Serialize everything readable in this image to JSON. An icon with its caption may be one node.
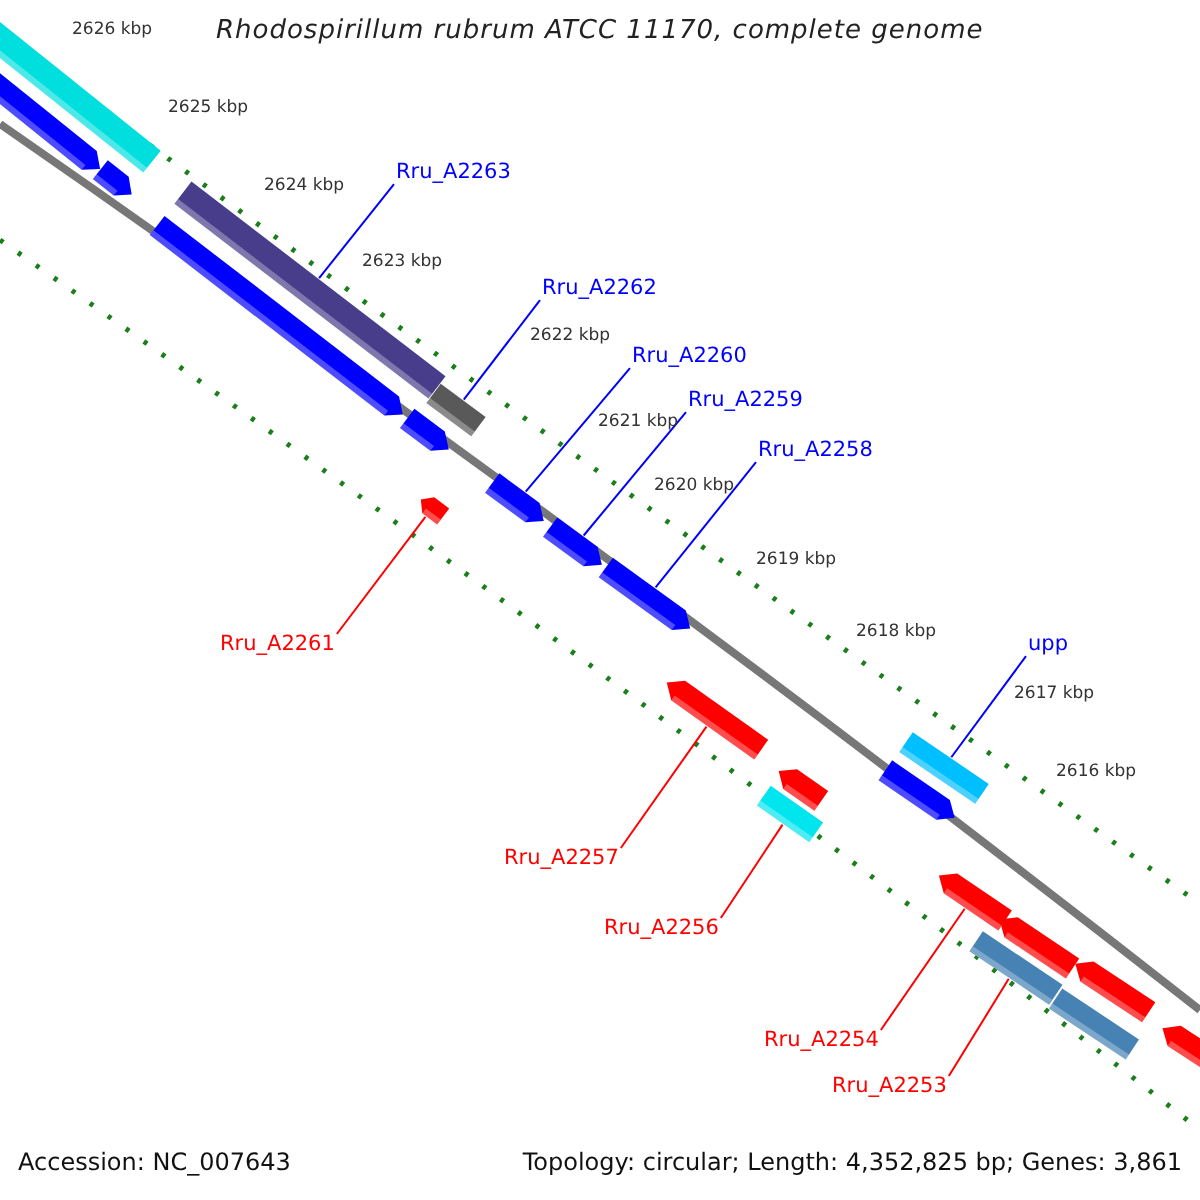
{
  "diagram": {
    "title": "Rhodospirillum rubrum ATCC 11170, complete genome",
    "nodes": [
      {
        "text": [
          "Rru_A2263"
        ]
      },
      {
        "text": [],
        "shape": "bar"
      },
      {
        "text": [
          "Rru_A2262"
        ]
      },
      {
        "text": [],
        "shape": "bar"
      },
      {
        "text": [
          "Rru_A2260"
        ]
      },
      {
        "text": [],
        "shape": "arrow"
      },
      {
        "text": [
          "Rru_A2259"
        ]
      },
      {
        "text": [],
        "shape": "arrow"
      },
      {
        "text": [
          "Rru_A2258"
        ]
      },
      {
        "text": [],
        "shape": "arrow"
      },
      {
        "text": [
          "Rru_A2261"
        ]
      },
      {
        "text": [],
        "shape": "arrow"
      },
      {
        "text": [
          "upp"
        ]
      },
      {
        "text": [],
        "shape": "bar"
      },
      {
        "text": [
          "Rru_A2257"
        ]
      },
      {
        "text": [],
        "shape": "arrow"
      },
      {
        "text": [
          "Rru_A2256"
        ]
      },
      {
        "text": [],
        "shape": "bar"
      },
      {
        "text": [
          "Rru_A2254"
        ]
      },
      {
        "text": [],
        "shape": "arrow"
      },
      {
        "text": [
          "Rru_A2253"
        ]
      },
      {
        "text": [],
        "shape": "bar"
      },
      {
        "text": [],
        "shape": "bar"
      },
      {
        "text": [],
        "shape": "arrow"
      },
      {
        "text": [],
        "shape": "arrow"
      },
      {
        "text": [],
        "shape": "arrow"
      },
      {
        "text": [],
        "shape": "arrow"
      },
      {
        "text": [],
        "shape": "arrow"
      },
      {
        "text": [],
        "shape": "arrow"
      },
      {
        "text": [],
        "shape": "arrow"
      },
      {
        "text": [],
        "shape": "bar"
      },
      {
        "text": [],
        "shape": "arrow"
      },
      {
        "text": [],
        "shape": "arrow"
      }
    ],
    "edges": [
      {
        "from": 0,
        "to": 1,
        "arrow": "none"
      },
      {
        "from": 2,
        "to": 3,
        "arrow": "none"
      },
      {
        "from": 4,
        "to": 5,
        "arrow": "none"
      },
      {
        "from": 6,
        "to": 7,
        "arrow": "none"
      },
      {
        "from": 8,
        "to": 9,
        "arrow": "none"
      },
      {
        "from": 10,
        "to": 11,
        "arrow": "none",
        "color": "#ff0000"
      },
      {
        "from": 12,
        "to": 13,
        "arrow": "none"
      },
      {
        "from": 14,
        "to": 15,
        "arrow": "none",
        "color": "#ff0000"
      },
      {
        "from": 16,
        "to": 17,
        "arrow": "none",
        "color": "#ff0000"
      },
      {
        "from": 18,
        "to": 19,
        "arrow": "none",
        "color": "#ff0000"
      },
      {
        "from": 20,
        "to": 21,
        "arrow": "none",
        "color": "#ff0000"
      }
    ],
    "labels": [
      "2626 kbp",
      "2625 kbp",
      "2624 kbp",
      "2623 kbp",
      "2622 kbp",
      "2621 kbp",
      "2620 kbp",
      "2619 kbp",
      "2618 kbp",
      "2617 kbp",
      "2616 kbp",
      "Accession: NC_007643",
      "Topology: circular; Length: 4,352,825 bp; Genes: 3,861"
    ]
  }
}
